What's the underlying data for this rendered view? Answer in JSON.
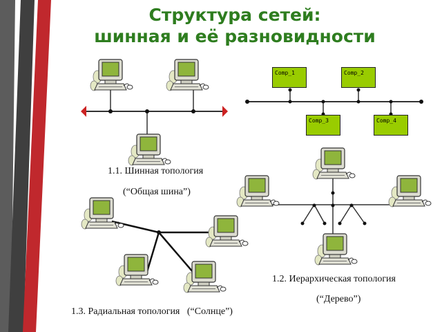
{
  "title": {
    "line1": "Структура сетей:",
    "line2": "шинная и её разновидности"
  },
  "colors": {
    "title": "#2e7d1f",
    "comp_box": "#99cc00",
    "bus_end": "#cc2222",
    "decor_dark": "#4a4a4a",
    "decor_red": "#c0282d"
  },
  "bus_example": {
    "computers": [
      "Comp_1",
      "Comp_2",
      "Comp_3",
      "Comp_4"
    ]
  },
  "captions": {
    "bus_line1": "1.1. Шинная топология",
    "bus_line2": "(“Общая шина”)",
    "tree_line1": "1.2. Иерархическая топология",
    "tree_line2": "(“Дерево”)",
    "star": "1.3. Радиальная топология   (“Солнце”)"
  },
  "icons": {
    "computer": "computer-icon"
  }
}
